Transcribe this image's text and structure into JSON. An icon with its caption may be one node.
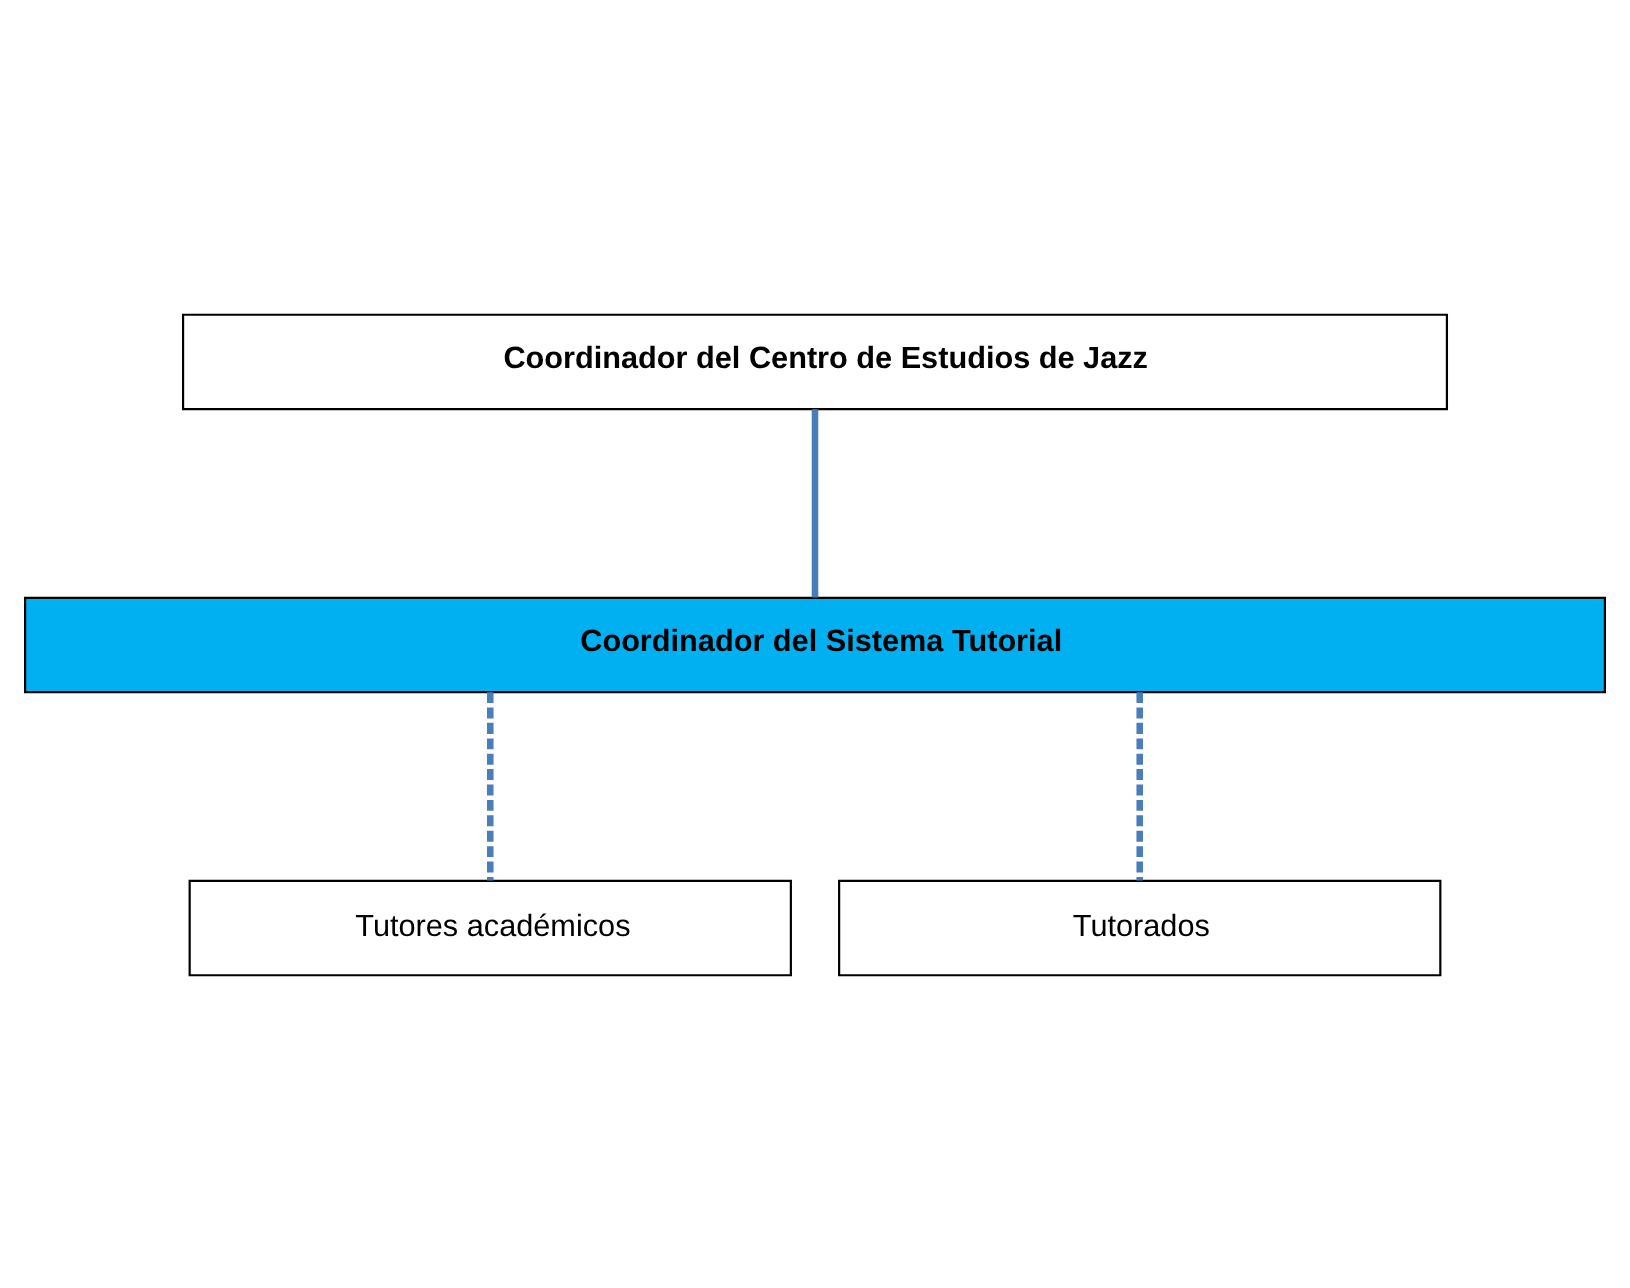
{
  "diagram": {
    "nodes": [
      {
        "text": [
          "Coordinador del Centro de Estudios de Jazz"
        ]
      },
      {
        "text": [
          "Coordinador del Sistema Tutorial"
        ]
      },
      {
        "text": [
          "Tutores académicos"
        ]
      },
      {
        "text": [
          "Tutorados"
        ]
      }
    ],
    "edges": [
      {
        "from": 0,
        "to": 1,
        "arrow": "none"
      },
      {
        "from": 1,
        "to": 2,
        "arrow": "none",
        "style": "dashed"
      },
      {
        "from": 1,
        "to": 3,
        "arrow": "none",
        "style": "dashed"
      }
    ]
  }
}
